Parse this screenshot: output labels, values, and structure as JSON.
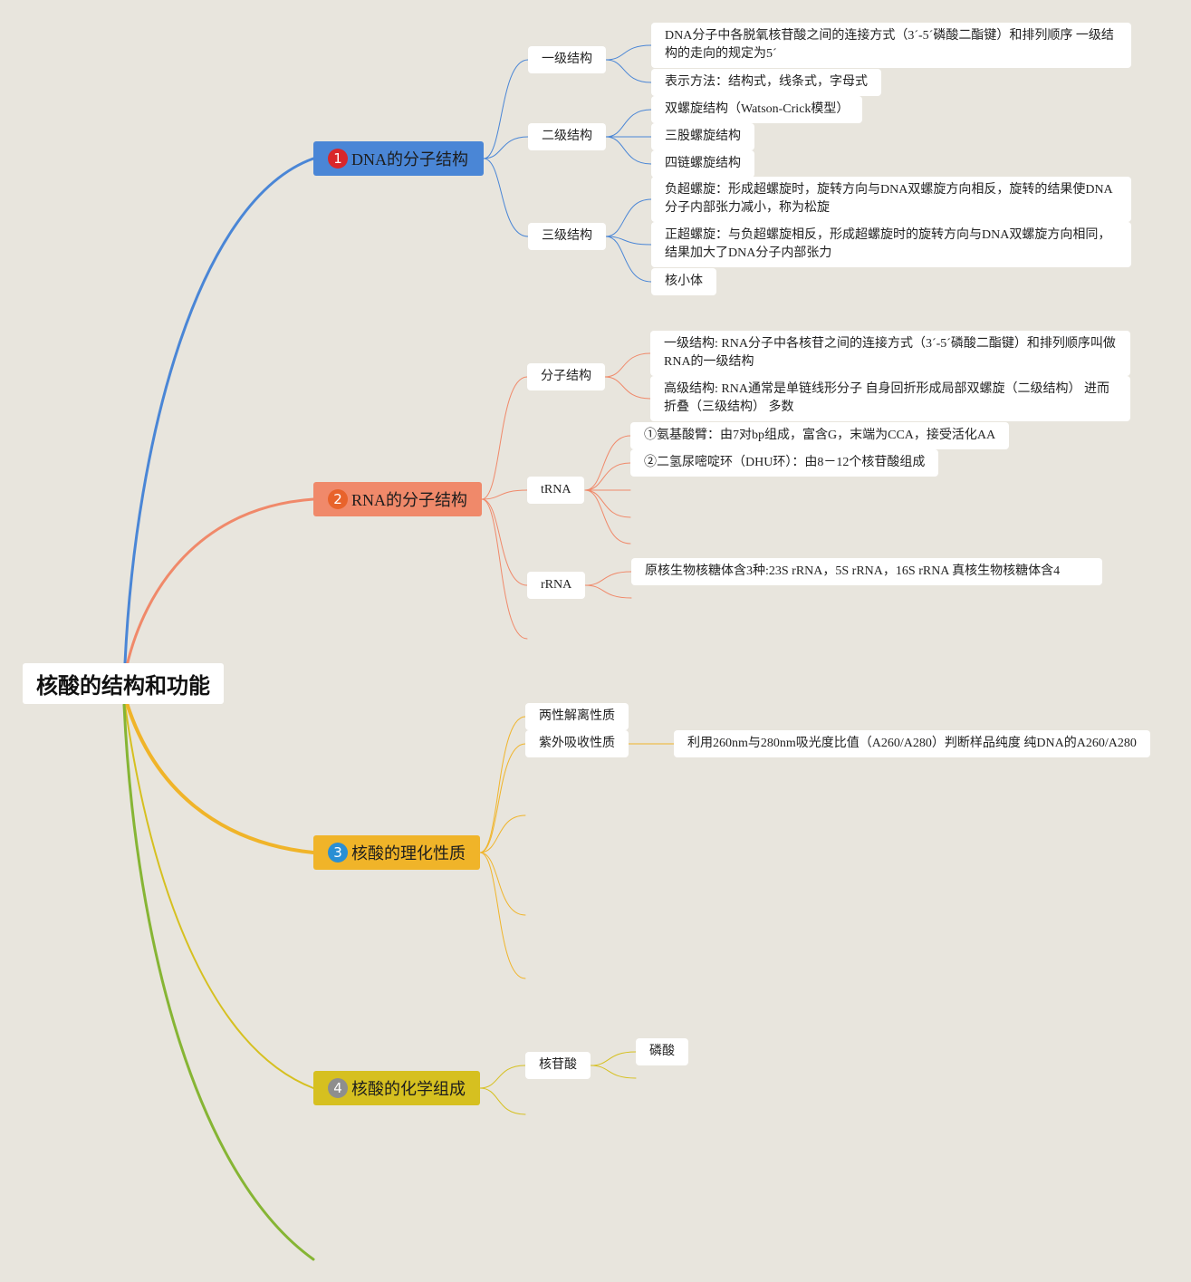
{
  "root": {
    "title": "核酸的结构和功能"
  },
  "branches": [
    {
      "number": "1",
      "title": "DNA的分子结构",
      "color": "#4a86d6",
      "badge_color": "#d9272a",
      "children": [
        {
          "label": "一级结构",
          "leaves": [
            "DNA分子中各脱氧核苷酸之间的连接方式（3´-5´磷酸二酯键）和排列顺序 一级结构的走向的规定为5´",
            "表示方法：结构式，线条式，字母式"
          ]
        },
        {
          "label": "二级结构",
          "leaves": [
            "双螺旋结构（Watson-Crick模型）",
            "三股螺旋结构",
            "四链螺旋结构"
          ]
        },
        {
          "label": "三级结构",
          "leaves": [
            "负超螺旋：形成超螺旋时，旋转方向与DNA双螺旋方向相反，旋转的结果使DNA分子内部张力减小，称为松旋",
            "正超螺旋：与负超螺旋相反，形成超螺旋时的旋转方向与DNA双螺旋方向相同，结果加大了DNA分子内部张力",
            "核小体"
          ]
        }
      ]
    },
    {
      "number": "2",
      "title": "RNA的分子结构",
      "color": "#f0896a",
      "badge_color": "#e8632b",
      "children": [
        {
          "label": "分子结构",
          "leaves": [
            "一级结构: RNA分子中各核苷之间的连接方式（3´-5´磷酸二酯键）和排列顺序叫做RNA的一级结构",
            "高级结构: RNA通常是单链线形分子 自身回折形成局部双螺旋（二级结构） 进而折叠（三级结构） 多数"
          ]
        },
        {
          "label": "tRNA",
          "leaves": [
            "①氨基酸臂：由7对bp组成，富含G，末端为CCA，接受活化AA",
            "②二氢尿嘧啶环（DHU环）：由8－12个核苷酸组成"
          ]
        },
        {
          "label": "rRNA",
          "leaves": [
            "原核生物核糖体含3种:23S rRNA，5S rRNA，16S rRNA 真核生物核糖体含4"
          ]
        }
      ]
    },
    {
      "number": "3",
      "title": "核酸的理化性质",
      "color": "#f0b429",
      "badge_color": "#2a8fd4",
      "children": [
        {
          "label": "两性解离性质",
          "leaves": []
        },
        {
          "label": "紫外吸收性质",
          "leaves": [
            "利用260nm与280nm吸光度比值（A260/A280）判断样品纯度 纯DNA的A260/A280"
          ]
        }
      ]
    },
    {
      "number": "4",
      "title": "核酸的化学组成",
      "color": "#d6c020",
      "badge_color": "#8e8e8e",
      "children": [
        {
          "label": "核苷酸",
          "leaves": [
            "磷酸"
          ]
        }
      ]
    }
  ],
  "extra_branch_color": "#86b534"
}
